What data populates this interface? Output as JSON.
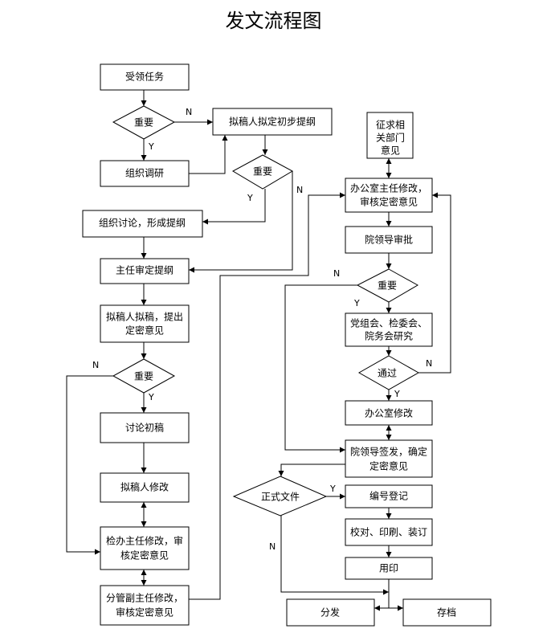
{
  "title": "发文流程图",
  "nodes": {
    "receive_task": "受领任务",
    "d_important_1": "重要",
    "research": "组织调研",
    "draft_outline": "拟稿人拟定初步提纲",
    "d_important_2": "重要",
    "discuss_outline": "组织讨论，形成提纲",
    "director_outline": "主任审定提纲",
    "draft_l1": "拟稿人拟稿，提出",
    "draft_l2": "定密意见",
    "d_important_3": "重要",
    "discuss_draft": "讨论初稿",
    "drafter_revise": "拟稿人修改",
    "inspect_l1": "检办主任修改，审",
    "inspect_l2": "核定密意见",
    "deputy_l1": "分管副主任修改，",
    "deputy_l2": "审核定密意见",
    "solicit_l1": "征求相",
    "solicit_l2": "关部门",
    "solicit_l3": "意见",
    "office_dir_l1": "办公室主任修改，",
    "office_dir_l2": "审核定密意见",
    "leader_approve": "院领导审批",
    "d_important_4": "重要",
    "committee_l1": "党组会、检委会、",
    "committee_l2": "院务会研究",
    "d_pass": "通过",
    "office_revise": "办公室修改",
    "leader_sign_l1": "院领导签发，确定",
    "leader_sign_l2": "定密意见",
    "d_formal": "正式文件",
    "register": "编号登记",
    "print": "校对、印刷、装订",
    "seal": "用印",
    "distribute": "分发",
    "archive": "存档"
  },
  "edge_labels": {
    "yes": "Y",
    "no": "N"
  }
}
